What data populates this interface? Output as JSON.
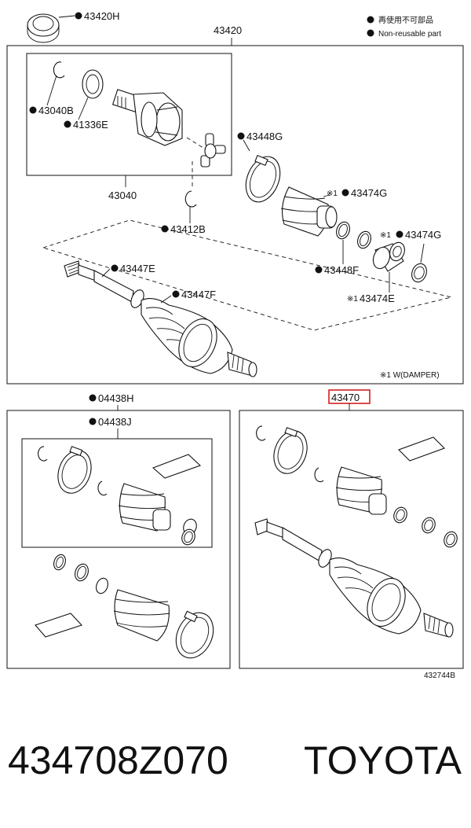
{
  "legend": {
    "jp": "再使用不可部品",
    "en": "Non-reusable part",
    "damper_note": "※1 W(DAMPER)"
  },
  "labels": {
    "l43420H": "43420H",
    "l43420": "43420",
    "l43040B": "43040B",
    "l41336E": "41336E",
    "l43040": "43040",
    "l43448G": "43448G",
    "l43474G_a": "43474G",
    "l43412B": "43412B",
    "l43474G_b": "43474G",
    "l43447E": "43447E",
    "l43448F": "43448F",
    "l43447F": "43447F",
    "l43474E": "43474E",
    "l04438H": "04438H",
    "l04438J": "04438J",
    "l43470": "43470",
    "drawing_no": "432744B",
    "mark": "※1"
  },
  "colors": {
    "highlight": "#d42020",
    "ink": "#111111"
  },
  "footer": {
    "part_number": "434708Z070",
    "brand": "TOYOTA"
  }
}
